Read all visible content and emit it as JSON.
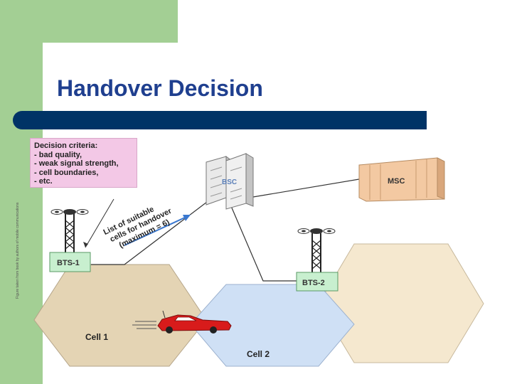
{
  "slide": {
    "title": "Handover Decision",
    "side_credit": "Figure taken from book by authors of mobile communications"
  },
  "diagram": {
    "criteria_box": {
      "heading": "Decision criteria:",
      "items": [
        "- bad quality,",
        "- weak signal strength,",
        "- cell boundaries,",
        "- etc."
      ]
    },
    "list_note": {
      "lines": [
        "List of suitable",
        "cells for handover",
        "(maximum = 6)"
      ]
    },
    "nodes": {
      "bsc": "BSC",
      "msc": "MSC",
      "bts1": "BTS-1",
      "bts2": "BTS-2"
    },
    "cells": {
      "cell1": "Cell 1",
      "cell2": "Cell 2"
    }
  },
  "colors": {
    "green": "#a3cf94",
    "title_text": "#1f3f8f",
    "title_bar": "#003366",
    "cell1_fill": "#e4d4b4",
    "cell2_fill": "#cfe0f5",
    "cell3_fill": "#f5e8cf",
    "bts_fill": "#c8efcf",
    "msc_fill": "#f3c9a2",
    "criteria_fill": "#f3c8e6",
    "car": "#d81b1b"
  }
}
